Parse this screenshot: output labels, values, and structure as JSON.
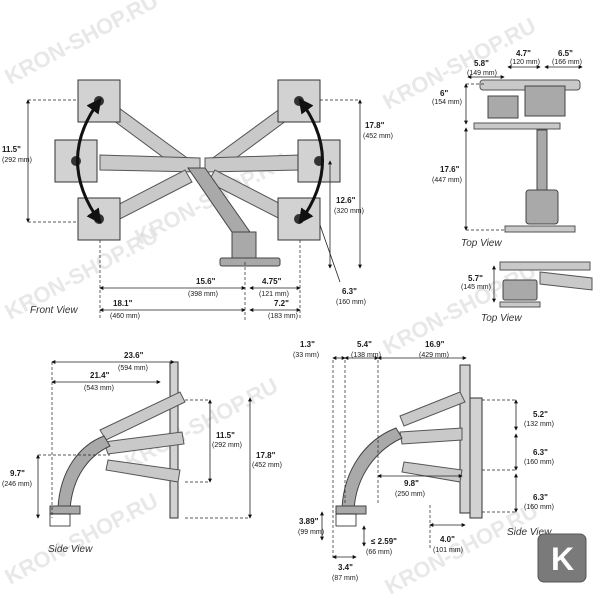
{
  "watermarks": [
    "KRON-SHOP.RU",
    "KRON-SHOP.RU",
    "KRON-SHOP.RU",
    "KRON-SHOP.RU",
    "KRON-SHOP.RU",
    "KRON-SHOP.RU",
    "KRON-SHOP.RU"
  ],
  "captions": {
    "front": "Front View",
    "top1": "Top View",
    "top2": "Top View",
    "side1": "Side View",
    "side2": "Side View"
  },
  "front_dims": {
    "d1": {
      "in": "11.5\"",
      "mm": "(292 mm)"
    },
    "d2": {
      "in": "17.8\"",
      "mm": "(452 mm)"
    },
    "d3": {
      "in": "12.6\"",
      "mm": "(320 mm)"
    },
    "d4": {
      "in": "6.3\"",
      "mm": "(160 mm)"
    },
    "d5": {
      "in": "15.6\"",
      "mm": "(398 mm)"
    },
    "d6": {
      "in": "4.75\"",
      "mm": "(121 mm)"
    },
    "d7": {
      "in": "18.1\"",
      "mm": "(460 mm)"
    },
    "d8": {
      "in": "7.2\"",
      "mm": "(183 mm)"
    }
  },
  "top_dims": {
    "d1": {
      "in": "4.7\"",
      "mm": "(120 mm)"
    },
    "d2": {
      "in": "5.8\"",
      "mm": "(149 mm)"
    },
    "d3": {
      "in": "6.5\"",
      "mm": "(166 mm)"
    },
    "d4": {
      "in": "6\"",
      "mm": "(154 mm)"
    },
    "d5": {
      "in": "17.6\"",
      "mm": "(447 mm)"
    },
    "d6": {
      "in": "5.7\"",
      "mm": "(145 mm)"
    }
  },
  "side1_dims": {
    "d1": {
      "in": "23.6\"",
      "mm": "(594 mm)"
    },
    "d2": {
      "in": "21.4\"",
      "mm": "(543 mm)"
    },
    "d3": {
      "in": "11.5\"",
      "mm": "(292 mm)"
    },
    "d4": {
      "in": "17.8\"",
      "mm": "(452 mm)"
    },
    "d5": {
      "in": "9.7\"",
      "mm": "(246 mm)"
    }
  },
  "side2_dims": {
    "d1": {
      "in": "1.3\"",
      "mm": "(33 mm)"
    },
    "d2": {
      "in": "5.4\"",
      "mm": "(138 mm)"
    },
    "d3": {
      "in": "16.9\"",
      "mm": "(429 mm)"
    },
    "d4": {
      "in": "5.2\"",
      "mm": "(132 mm)"
    },
    "d5": {
      "in": "6.3\"",
      "mm": "(160 mm)"
    },
    "d6": {
      "in": "6.3\"",
      "mm": "(160 mm)"
    },
    "d7": {
      "in": "9.8\"",
      "mm": "(250 mm)"
    },
    "d8": {
      "in": "3.89\"",
      "mm": "(99 mm)"
    },
    "d9": {
      "in": "≤ 2.59\"",
      "mm": "(66 mm)"
    },
    "d10": {
      "in": "4.0\"",
      "mm": "(101 mm)"
    },
    "d11": {
      "in": "3.4\"",
      "mm": "(87 mm)"
    }
  },
  "logo": {
    "letter": "K"
  }
}
